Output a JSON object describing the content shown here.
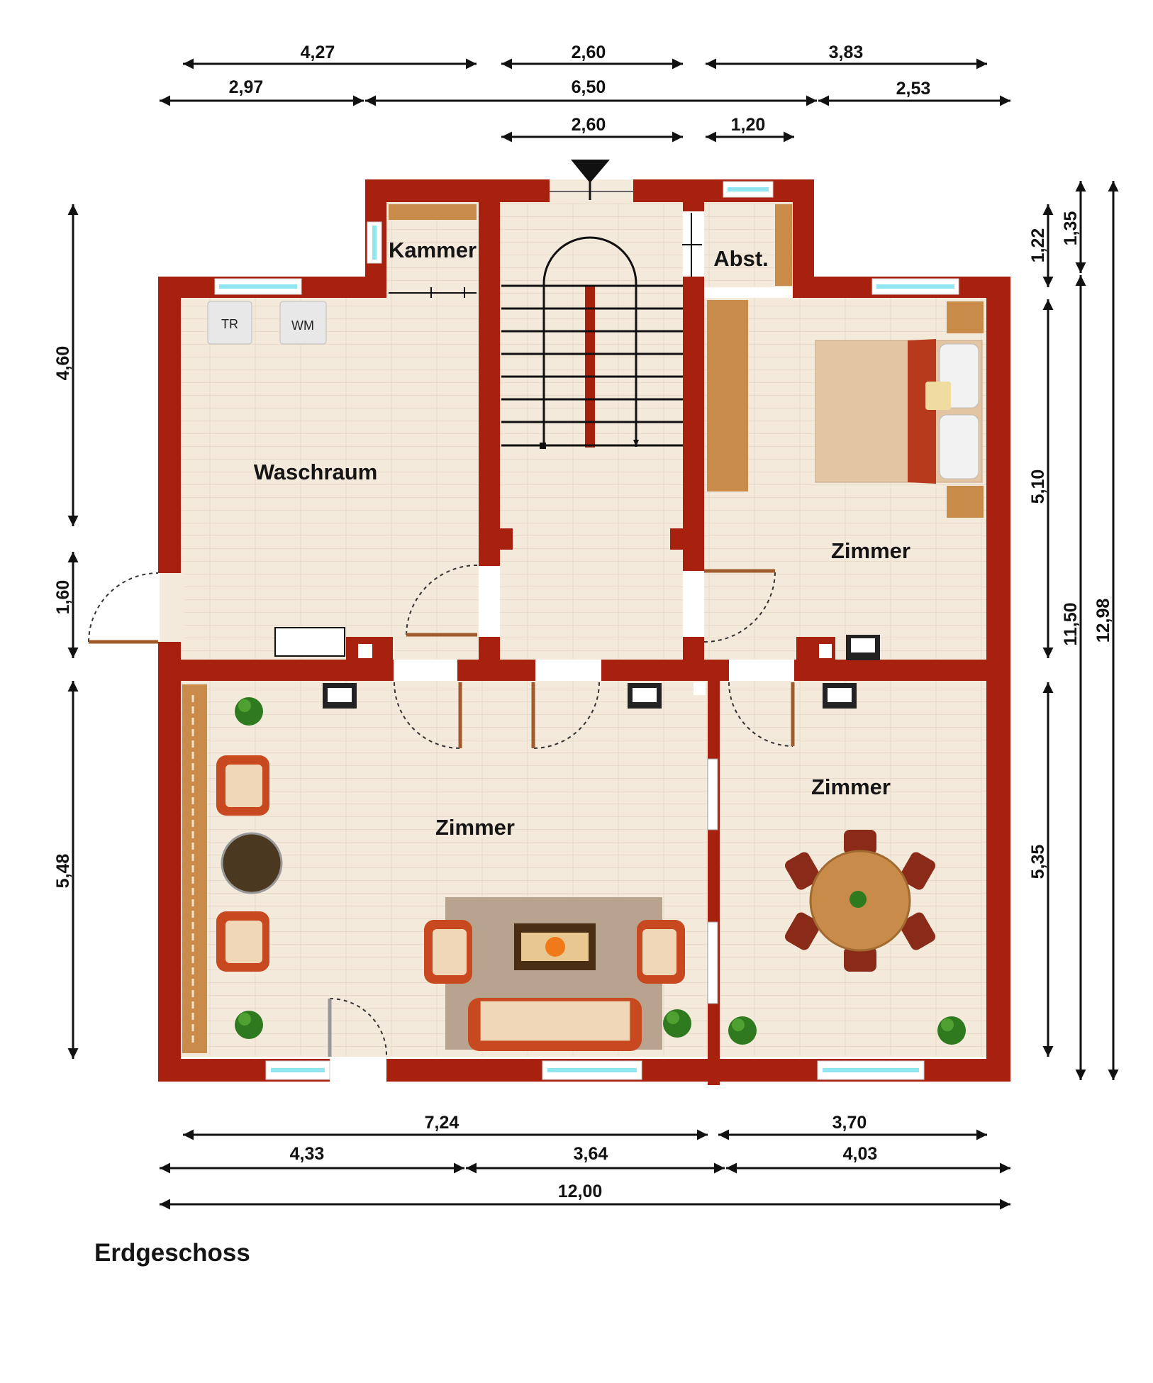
{
  "plan": {
    "title": "Erdgeschoss",
    "rooms": {
      "kammer": "Kammer",
      "abst": "Abst.",
      "waschraum": "Waschraum",
      "zimmer_bedroom": "Zimmer",
      "zimmer_living": "Zimmer",
      "zimmer_dining": "Zimmer"
    },
    "appliances": {
      "dryer": "TR",
      "washer": "WM"
    },
    "dimensions": {
      "top_row1": [
        "4,27",
        "2,60",
        "3,83"
      ],
      "top_row2": [
        "2,97",
        "6,50",
        "2,53"
      ],
      "top_row3": [
        "2,60",
        "1,20"
      ],
      "left": [
        "4,60",
        "1,60",
        "5,48"
      ],
      "right_inner": [
        "1,22",
        "5,10",
        "5,35"
      ],
      "right_middle": [
        "1,35",
        "11,50"
      ],
      "right_outer": "12,98",
      "bottom_row1": [
        "7,24",
        "3,70"
      ],
      "bottom_row2": [
        "4,33",
        "3,64",
        "4,03"
      ],
      "bottom_total": "12,00"
    },
    "colors": {
      "wall": "#a8200e",
      "floor": "#f3eadb",
      "window_glass": "#8fe6f0",
      "furniture_wood": "#c98b4a",
      "plant": "#2f7a1f"
    },
    "icons": [
      "entrance-arrow-icon",
      "plant-icon",
      "door-swing-icon",
      "window-icon"
    ]
  }
}
